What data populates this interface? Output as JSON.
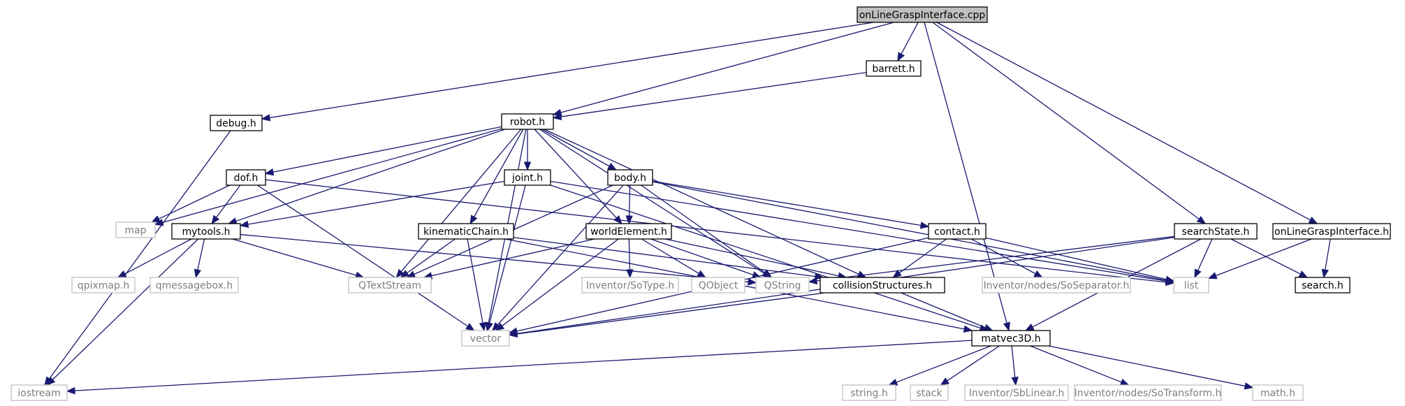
{
  "colors": {
    "edge": "#191970",
    "local_border": "#000000",
    "local_fill": "#ffffff",
    "system_border": "#bfbfbf",
    "system_text": "#7f7f7f",
    "root_fill": "#bfbfbf",
    "text": "#000000"
  },
  "graph": {
    "nodes": [
      {
        "id": "onLineGraspInterface_cpp",
        "label": "onLineGraspInterface.cpp",
        "kind": "root"
      },
      {
        "id": "barrett_h",
        "label": "barrett.h",
        "kind": "local"
      },
      {
        "id": "debug_h",
        "label": "debug.h",
        "kind": "local"
      },
      {
        "id": "robot_h",
        "label": "robot.h",
        "kind": "local"
      },
      {
        "id": "dof_h",
        "label": "dof.h",
        "kind": "local"
      },
      {
        "id": "joint_h",
        "label": "joint.h",
        "kind": "local"
      },
      {
        "id": "body_h",
        "label": "body.h",
        "kind": "local"
      },
      {
        "id": "map",
        "label": "map",
        "kind": "system"
      },
      {
        "id": "mytools_h",
        "label": "mytools.h",
        "kind": "local"
      },
      {
        "id": "kinematicChain_h",
        "label": "kinematicChain.h",
        "kind": "local"
      },
      {
        "id": "worldElement_h",
        "label": "worldElement.h",
        "kind": "local"
      },
      {
        "id": "contact_h",
        "label": "contact.h",
        "kind": "local"
      },
      {
        "id": "searchState_h",
        "label": "searchState.h",
        "kind": "local"
      },
      {
        "id": "onLineGraspInterface_h",
        "label": "onLineGraspInterface.h",
        "kind": "local"
      },
      {
        "id": "qpixmap_h",
        "label": "qpixmap.h",
        "kind": "system"
      },
      {
        "id": "qmessagebox_h",
        "label": "qmessagebox.h",
        "kind": "system"
      },
      {
        "id": "QTextStream",
        "label": "QTextStream",
        "kind": "system"
      },
      {
        "id": "Inventor_SoType_h",
        "label": "Inventor/SoType.h",
        "kind": "system"
      },
      {
        "id": "QObject",
        "label": "QObject",
        "kind": "system"
      },
      {
        "id": "QString",
        "label": "QString",
        "kind": "system"
      },
      {
        "id": "collisionStructures_h",
        "label": "collisionStructures.h",
        "kind": "local"
      },
      {
        "id": "Inventor_nodes_SoSeparator_h",
        "label": "Inventor/nodes/SoSeparator.h",
        "kind": "system"
      },
      {
        "id": "list",
        "label": "list",
        "kind": "system"
      },
      {
        "id": "search_h",
        "label": "search.h",
        "kind": "local"
      },
      {
        "id": "vector",
        "label": "vector",
        "kind": "system"
      },
      {
        "id": "matvec3D_h",
        "label": "matvec3D.h",
        "kind": "local"
      },
      {
        "id": "iostream",
        "label": "iostream",
        "kind": "system"
      },
      {
        "id": "string_h",
        "label": "string.h",
        "kind": "system"
      },
      {
        "id": "stack",
        "label": "stack",
        "kind": "system"
      },
      {
        "id": "Inventor_SbLinear_h",
        "label": "Inventor/SbLinear.h",
        "kind": "system"
      },
      {
        "id": "Inventor_nodes_SoTransform_h",
        "label": "Inventor/nodes/SoTransform.h",
        "kind": "system"
      },
      {
        "id": "math_h",
        "label": "math.h",
        "kind": "system"
      }
    ],
    "edges": [
      [
        "onLineGraspInterface_cpp",
        "barrett_h"
      ],
      [
        "onLineGraspInterface_cpp",
        "debug_h"
      ],
      [
        "onLineGraspInterface_cpp",
        "robot_h"
      ],
      [
        "onLineGraspInterface_cpp",
        "searchState_h"
      ],
      [
        "onLineGraspInterface_cpp",
        "onLineGraspInterface_h"
      ],
      [
        "onLineGraspInterface_cpp",
        "matvec3D_h"
      ],
      [
        "barrett_h",
        "robot_h"
      ],
      [
        "debug_h",
        "iostream"
      ],
      [
        "robot_h",
        "map"
      ],
      [
        "robot_h",
        "dof_h"
      ],
      [
        "robot_h",
        "mytools_h"
      ],
      [
        "robot_h",
        "joint_h"
      ],
      [
        "robot_h",
        "body_h"
      ],
      [
        "robot_h",
        "kinematicChain_h"
      ],
      [
        "robot_h",
        "worldElement_h"
      ],
      [
        "robot_h",
        "QTextStream"
      ],
      [
        "robot_h",
        "QString"
      ],
      [
        "robot_h",
        "collisionStructures_h"
      ],
      [
        "robot_h",
        "vector"
      ],
      [
        "dof_h",
        "map"
      ],
      [
        "dof_h",
        "mytools_h"
      ],
      [
        "dof_h",
        "vector"
      ],
      [
        "dof_h",
        "list"
      ],
      [
        "joint_h",
        "mytools_h"
      ],
      [
        "joint_h",
        "list"
      ],
      [
        "joint_h",
        "vector"
      ],
      [
        "joint_h",
        "matvec3D_h"
      ],
      [
        "body_h",
        "worldElement_h"
      ],
      [
        "body_h",
        "contact_h"
      ],
      [
        "body_h",
        "QTextStream"
      ],
      [
        "body_h",
        "QString"
      ],
      [
        "body_h",
        "vector"
      ],
      [
        "body_h",
        "list"
      ],
      [
        "mytools_h",
        "iostream"
      ],
      [
        "mytools_h",
        "qpixmap_h"
      ],
      [
        "mytools_h",
        "qmessagebox_h"
      ],
      [
        "mytools_h",
        "QTextStream"
      ],
      [
        "mytools_h",
        "QString"
      ],
      [
        "kinematicChain_h",
        "QTextStream"
      ],
      [
        "kinematicChain_h",
        "vector"
      ],
      [
        "kinematicChain_h",
        "collisionStructures_h"
      ],
      [
        "kinematicChain_h",
        "matvec3D_h"
      ],
      [
        "worldElement_h",
        "QTextStream"
      ],
      [
        "worldElement_h",
        "Inventor_SoType_h"
      ],
      [
        "worldElement_h",
        "QObject"
      ],
      [
        "worldElement_h",
        "QString"
      ],
      [
        "worldElement_h",
        "collisionStructures_h"
      ],
      [
        "worldElement_h",
        "vector"
      ],
      [
        "contact_h",
        "collisionStructures_h"
      ],
      [
        "contact_h",
        "Inventor_nodes_SoSeparator_h"
      ],
      [
        "contact_h",
        "list"
      ],
      [
        "contact_h",
        "vector"
      ],
      [
        "searchState_h",
        "list"
      ],
      [
        "searchState_h",
        "search_h"
      ],
      [
        "searchState_h",
        "vector"
      ],
      [
        "searchState_h",
        "matvec3D_h"
      ],
      [
        "searchState_h",
        "QString"
      ],
      [
        "onLineGraspInterface_h",
        "list"
      ],
      [
        "onLineGraspInterface_h",
        "search_h"
      ],
      [
        "collisionStructures_h",
        "vector"
      ],
      [
        "collisionStructures_h",
        "matvec3D_h"
      ],
      [
        "matvec3D_h",
        "iostream"
      ],
      [
        "matvec3D_h",
        "string_h"
      ],
      [
        "matvec3D_h",
        "stack"
      ],
      [
        "matvec3D_h",
        "Inventor_SbLinear_h"
      ],
      [
        "matvec3D_h",
        "Inventor_nodes_SoTransform_h"
      ],
      [
        "matvec3D_h",
        "math_h"
      ]
    ]
  }
}
